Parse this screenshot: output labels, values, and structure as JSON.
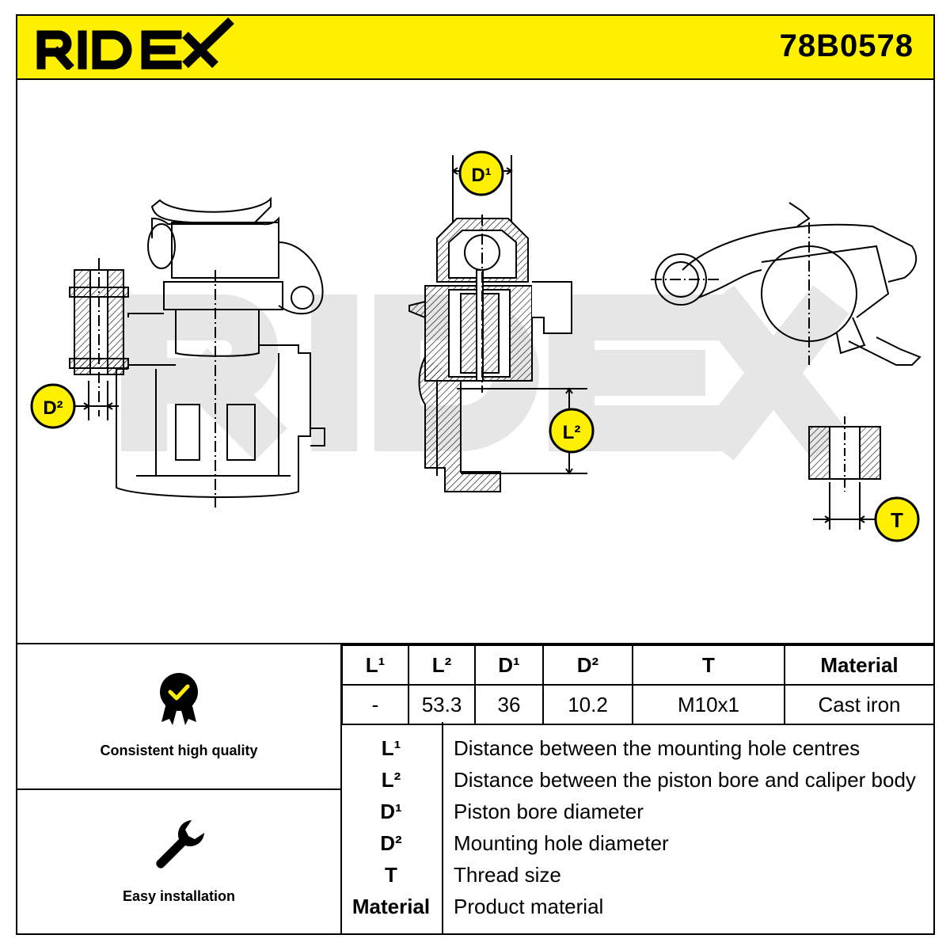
{
  "header": {
    "brand": "RIDEX",
    "part_number": "78B0578"
  },
  "watermark": "RIDEX",
  "drawing": {
    "dim_labels": {
      "d1": "D¹",
      "d2": "D²",
      "l2": "L²",
      "t": "T"
    }
  },
  "features": [
    {
      "icon": "quality-badge-icon",
      "label": "Consistent high quality"
    },
    {
      "icon": "wrench-icon",
      "label": "Easy installation"
    }
  ],
  "spec_table": {
    "headers": [
      "L¹",
      "L²",
      "D¹",
      "D²",
      "T",
      "Material"
    ],
    "values": [
      "-",
      "53.3",
      "36",
      "10.2",
      "M10x1",
      "Cast iron"
    ]
  },
  "legend": [
    {
      "key": "L¹",
      "desc": "Distance between the mounting hole centres"
    },
    {
      "key": "L²",
      "desc": "Distance between the piston bore and caliper body"
    },
    {
      "key": "D¹",
      "desc": "Piston bore diameter"
    },
    {
      "key": "D²",
      "desc": "Mounting hole diameter"
    },
    {
      "key": "T",
      "desc": "Thread size"
    },
    {
      "key": "Material",
      "desc": "Product material"
    }
  ],
  "colors": {
    "header_bg": "#ffef00",
    "badge_fill": "#ffef00",
    "watermark": "#e6e6e6"
  }
}
